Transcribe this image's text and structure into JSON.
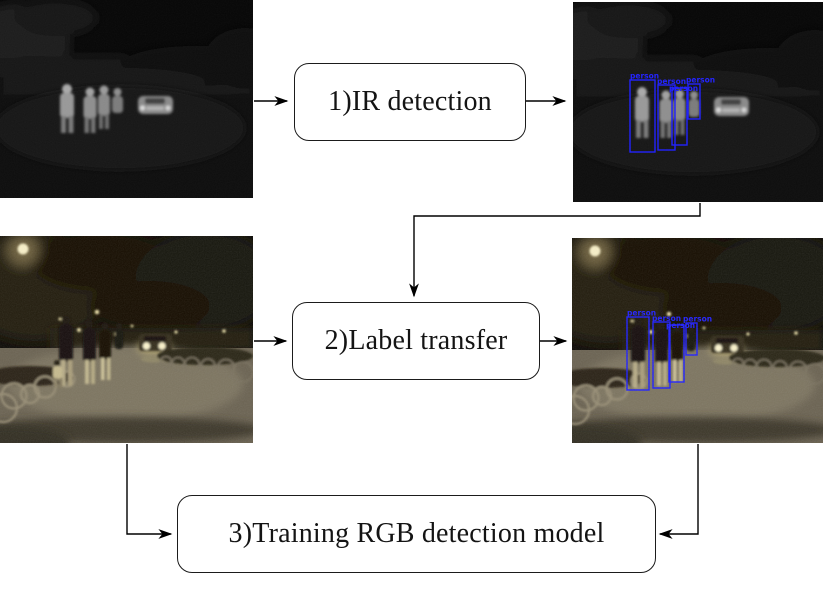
{
  "steps": {
    "step1": "1)IR detection",
    "step2": "2)Label transfer",
    "step3": "3)Training RGB detection model"
  },
  "detection": {
    "class_label": "person",
    "box_color": "#1e1eff",
    "count_per_image": 4
  },
  "figures": {
    "ir_input": "ir-night-scene",
    "ir_detected": "ir-night-scene-with-person-detections",
    "rgb_input": "rgb-night-scene",
    "rgb_detected": "rgb-night-scene-with-transferred-person-labels"
  },
  "colors": {
    "background": "#ffffff",
    "connector": "#000000",
    "step_border": "#1b1b1b"
  }
}
